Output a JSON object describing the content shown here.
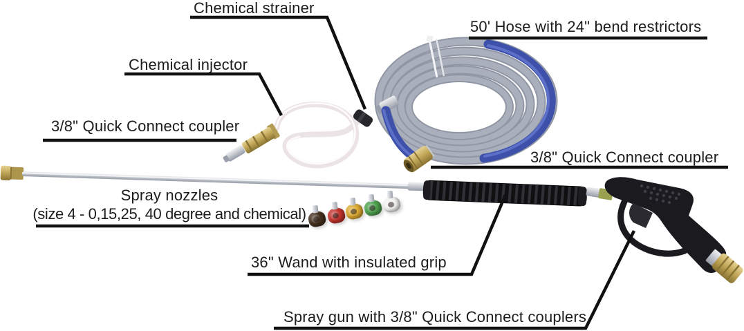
{
  "labels": {
    "chemical_strainer": "Chemical strainer",
    "chemical_injector": "Chemical injector",
    "quick_connect_left": "3/8\" Quick Connect coupler",
    "hose": "50' Hose with 24\" bend restrictors",
    "quick_connect_right": "3/8\" Quick Connect coupler",
    "spray_nozzles_title": "Spray nozzles",
    "spray_nozzles_detail": "(size 4 - 0,15,25, 40 degree and chemical)",
    "wand": "36\" Wand with insulated grip",
    "spray_gun": "Spray gun with 3/8\" Quick Connect couplers"
  },
  "nozzles": [
    {
      "name": "nozzle-chemical-black",
      "color": "#45301f"
    },
    {
      "name": "nozzle-0-degree-red",
      "color": "#c5342e"
    },
    {
      "name": "nozzle-15-degree-yellow",
      "color": "#ddaa33"
    },
    {
      "name": "nozzle-25-degree-green",
      "color": "#4fa24f"
    },
    {
      "name": "nozzle-40-degree-white",
      "color": "#f2f2f0"
    }
  ],
  "colors": {
    "ink": "#1c1c1c",
    "callout-line": "#111111",
    "background": "#ffffff",
    "hose-gray": "#a9afbb",
    "hose-gray-dark": "#9096a3",
    "hose-blue": "#3d51ab",
    "hose-blue-light": "#5b70c6",
    "brass": "#bfa456",
    "brass-dark": "#8a7434",
    "chrome": "#c7cad0",
    "chrome-dark": "#9aa0ab",
    "gun-black": "#1b1b1f",
    "clear-hose": "#ece3e6",
    "green-fitting": "#99a050"
  }
}
